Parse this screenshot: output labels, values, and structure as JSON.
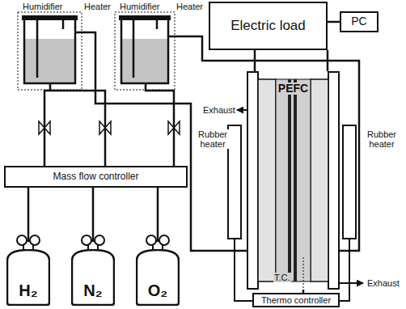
{
  "diagram": {
    "nodes": [
      {
        "text": [
          "Electric load"
        ]
      },
      {
        "text": [
          "PC"
        ]
      },
      {
        "text": [
          "H₂"
        ]
      },
      {
        "text": [
          "N₂"
        ]
      },
      {
        "text": [
          "O₂"
        ]
      },
      {
        "text": [
          "Mass flow controller"
        ]
      },
      {
        "text": [
          "PEFC"
        ]
      },
      {
        "text": [
          "Thermo controller"
        ]
      }
    ],
    "edges": [
      {
        "from": 0,
        "to": 1,
        "arrow": "none"
      },
      {
        "from": 0,
        "to": 6,
        "arrow": "none"
      },
      {
        "from": 0,
        "to": 6,
        "arrow": "none"
      },
      {
        "from": 2,
        "to": 5,
        "arrow": "none"
      },
      {
        "from": 3,
        "to": 5,
        "arrow": "none"
      },
      {
        "from": 4,
        "to": 5,
        "arrow": "none"
      },
      {
        "from": 6,
        "to": 7,
        "arrow": "none"
      }
    ],
    "labels": [
      "Humidifier",
      "Heater",
      "Humidifier",
      "Heater",
      "Exhaust",
      "Rubber heater",
      "Rubber heater",
      "T.C.",
      "Exhaust"
    ]
  }
}
